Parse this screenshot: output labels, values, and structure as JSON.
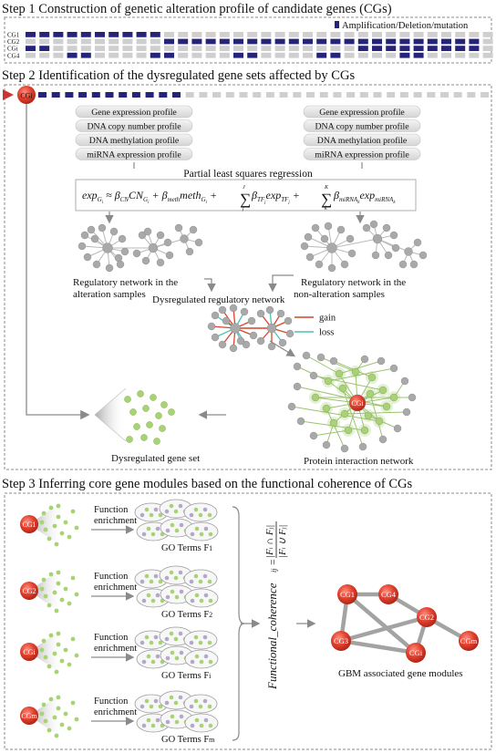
{
  "steps": {
    "step1_title": "Step 1 Construction of genetic alteration profile of candidate genes (CGs)",
    "step2_title": "Step 2 Identification of the dysregulated gene sets affected by CGs",
    "step3_title": "Step 3 Inferring core gene modules based on the functional coherence of CGs"
  },
  "step1": {
    "legend": "Amplification/Deletion/mutation",
    "rows": [
      {
        "label": "CG1",
        "pattern": "1111111111000000000000000000000000"
      },
      {
        "label": "CG2",
        "pattern": "0000000000111111111111111111111110"
      },
      {
        "label": "CGi",
        "pattern": "1100000000000000000000001111111110"
      },
      {
        "label": "CG4",
        "pattern": "0001100001100001100001100001100000"
      }
    ],
    "colors": {
      "on": "#25237a",
      "off": "#cfcfcf"
    }
  },
  "step2": {
    "cg_node": "CGi",
    "profiles_left": [
      "Gene expression profile",
      "DNA copy number profile",
      "DNA methylation profile",
      "miRNA expression profile"
    ],
    "profiles_right": [
      "Gene expression profile",
      "DNA copy number profile",
      "DNA methylation profile",
      "miRNA expression profile"
    ],
    "pls_title": "Partial least squares regression",
    "net_left_label_1": "Regulatory network in the",
    "net_left_label_2": "alteration samples",
    "net_right_label_1": "Regulatory network in the",
    "net_right_label_2": "non-alteration samples",
    "dys_net_label": "Dysregulated regulatory network",
    "legend_gain": "gain",
    "legend_loss": "loss",
    "ppi_node": "CGi",
    "ppi_label": "Protein interaction network",
    "dys_set_label": "Dysregulated gene set",
    "colors": {
      "gain": "#d9442c",
      "loss": "#4fc2b9",
      "node_grey": "#a9a9a9",
      "node_green": "#a8d373"
    }
  },
  "step3": {
    "rows": [
      {
        "cg": "CG1",
        "arrow": "Function enrichment",
        "go": "GO Terms F1"
      },
      {
        "cg": "CG2",
        "arrow": "Function enrichment",
        "go": "GO Terms F2"
      },
      {
        "cg": "CGi",
        "arrow": "Function enrichment",
        "go": "GO Terms Fi"
      },
      {
        "cg": "CGm",
        "arrow": "Function enrichment",
        "go": "GO Terms Fm"
      }
    ],
    "formula": "Functional_coherence",
    "module_nodes": [
      "CG1",
      "CG4",
      "CG2",
      "CGm",
      "CGi",
      "CG3"
    ],
    "module_label": "GBM associated gene modules"
  }
}
